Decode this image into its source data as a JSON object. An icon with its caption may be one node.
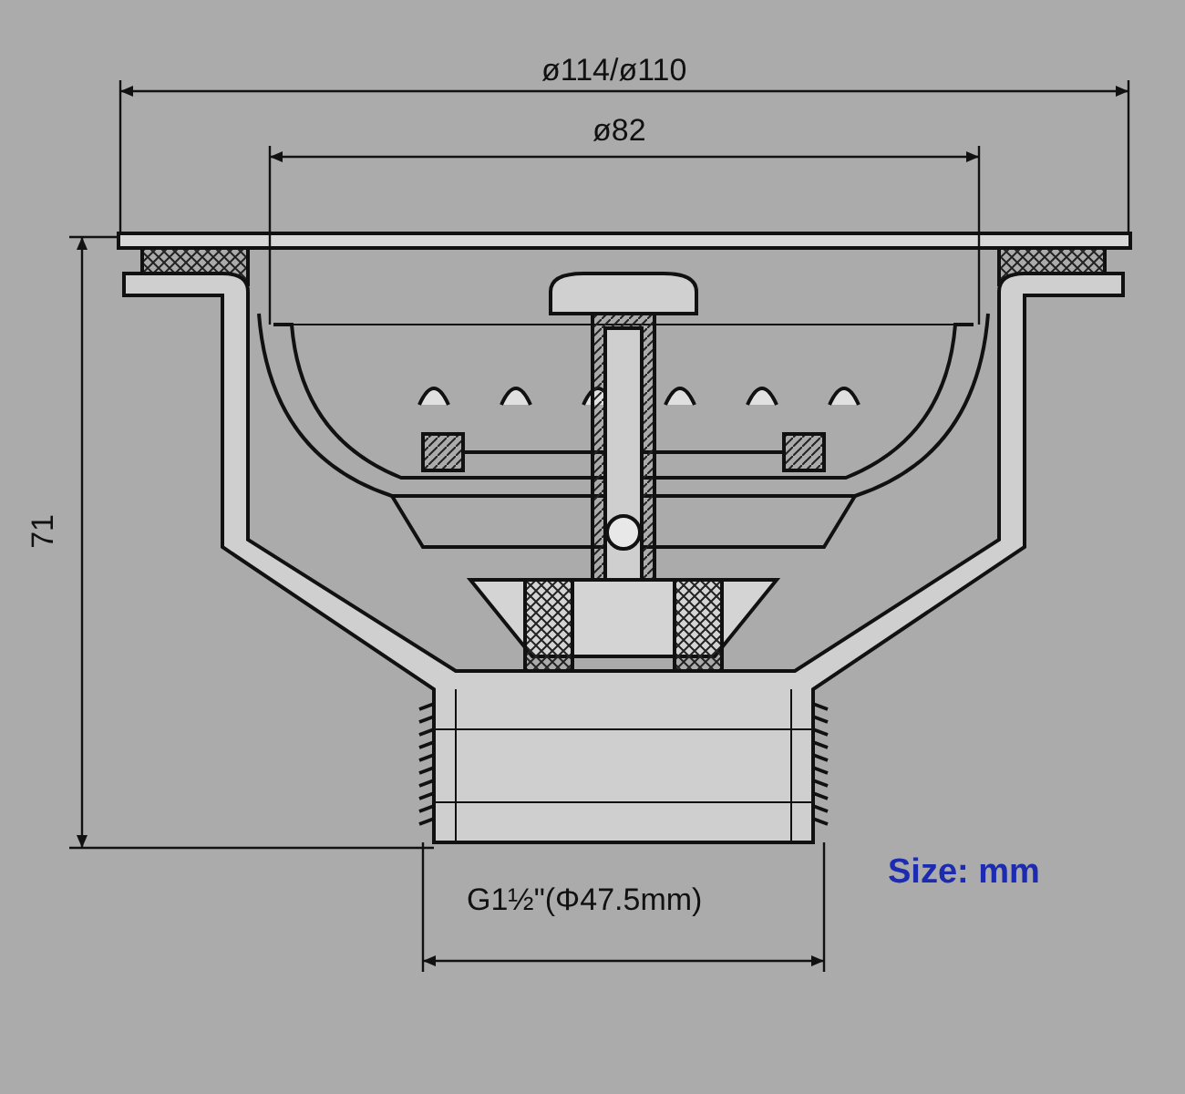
{
  "diagram": {
    "labels": [
      "ø114/ø110",
      "ø82",
      "71",
      "G1½\"(Φ47.5mm)",
      "Size: mm"
    ]
  }
}
